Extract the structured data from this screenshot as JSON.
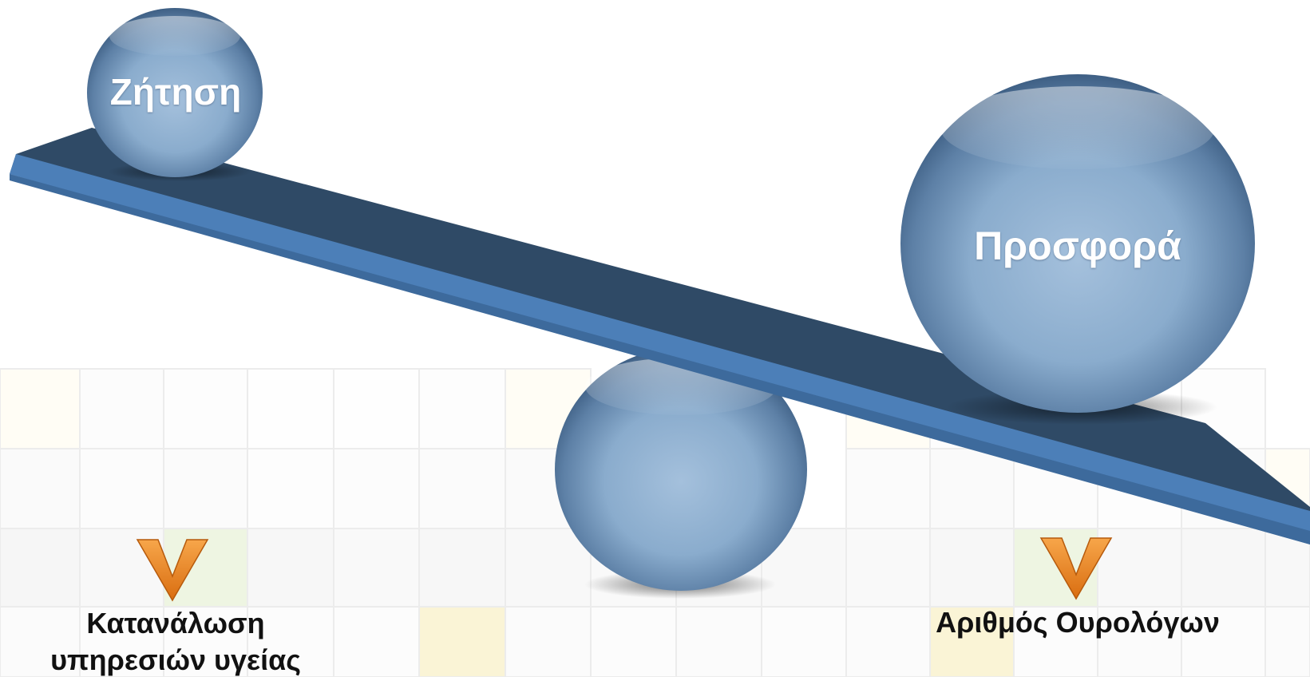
{
  "balls": {
    "small_label": "Ζήτηση",
    "big_label": "Προσφορά"
  },
  "outcomes": {
    "left_line1": "Κατανάλωση",
    "left_line2": "υπηρεσιών υγείας",
    "right": "Αριθμός Ουρολόγων"
  },
  "colors": {
    "plank_top": "#2f4a66",
    "plank_edge": "#4c7fb8",
    "sphere_mid": "#8fb0d0",
    "sphere_dark": "#44668a",
    "chevron": "#f08a24"
  },
  "icons": {
    "left_marker": "chevron-down-icon",
    "right_marker": "chevron-down-icon"
  }
}
